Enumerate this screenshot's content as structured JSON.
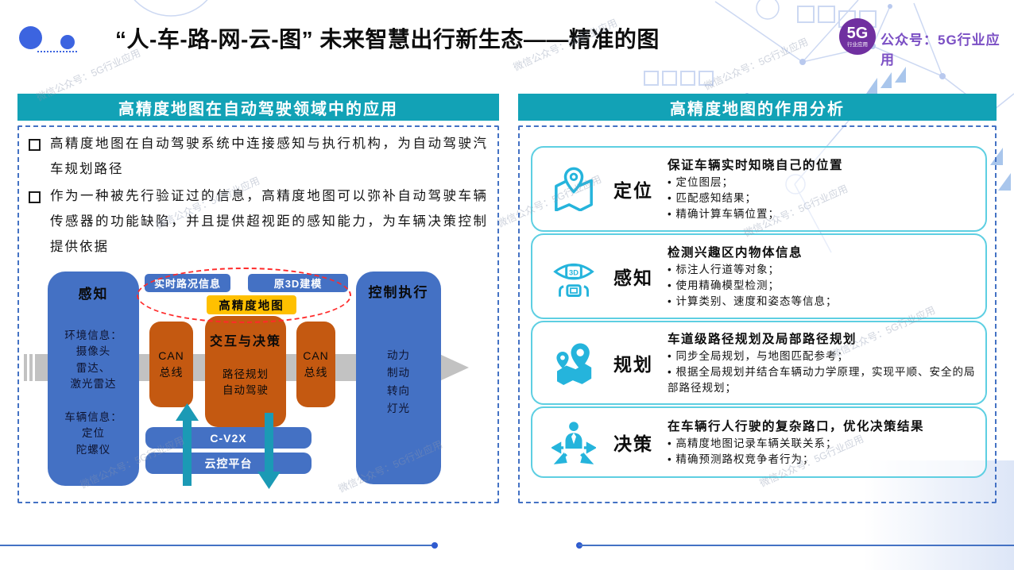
{
  "header": {
    "title": "“人-车-路-网-云-图” 未来智慧出行新生态——精准的图",
    "badge_5g": "5G",
    "badge_sub": "行业应用",
    "publisher": "公众号：5G行业应用"
  },
  "watermark_text": "微信公众号：5G行业应用",
  "left_panel": {
    "header": "高精度地图在自动驾驶领域中的应用",
    "bullets": [
      "高精度地图在自动驾驶系统中连接感知与执行机构，为自动驾驶汽车规划路径",
      "作为一种被先行验证过的信息，高精度地图可以弥补自动驾驶车辆传感器的功能缺陷，并且提供超视距的感知能力，为车辆决策控制提供依据"
    ],
    "diagram": {
      "perception_title": "感知",
      "perception_env": "环境信息：\n摄像头\n雷达、\n激光雷达",
      "perception_vehicle": "车辆信息：\n定位\n陀螺仪",
      "realtime_info": "实时路况信息",
      "model_3d": "原3D建模",
      "hd_map": "高精度地图",
      "can_bus_left": "CAN\n总线",
      "interaction_title": "交互与决策",
      "interaction_sub": "路径规划\n自动驾驶",
      "can_bus_right": "CAN\n总线",
      "control_title": "控制执行",
      "control_items": "动力\n制动\n转向\n灯光",
      "cv2x": "C-V2X",
      "cloud_platform": "云控平台"
    }
  },
  "right_panel": {
    "header": "高精度地图的作用分析",
    "cards": [
      {
        "icon": "map-pin-icon",
        "label": "定位",
        "heading": "保证车辆实时知晓自己的位置",
        "bullets": [
          "定位图层；",
          "匹配感知结果；",
          "精确计算车辆位置；"
        ]
      },
      {
        "icon": "perception-eye-icon",
        "label": "感知",
        "heading": "检测兴趣区内物体信息",
        "bullets": [
          "标注人行道等对象；",
          "使用精确模型检测；",
          "计算类别、速度和姿态等信息；"
        ]
      },
      {
        "icon": "route-planning-icon",
        "label": "规划",
        "heading": "车道级路径规划及局部路径规划",
        "bullets": [
          "同步全局规划，与地图匹配参考；",
          "根据全局规划并结合车辆动力学原理，实现平顺、安全的局部路径规划；"
        ]
      },
      {
        "icon": "decision-person-icon",
        "label": "决策",
        "heading": "在车辆行人行驶的复杂路口，优化决策结果",
        "bullets": [
          "高精度地图记录车辆关联关系；",
          "精确预测路权竞争者行为；"
        ]
      }
    ]
  },
  "icon_3d_chip": "3D",
  "colors": {
    "teal_header": "#12a2b6",
    "card_border": "#5ecfe2",
    "dashed_border": "#4472c4",
    "flow_blue": "#4471c4",
    "flow_orange": "#c45911",
    "hd_map_yellow": "#ffc000",
    "accent_dot_blue": "#3c64e0",
    "publisher_purple": "#7b4fc4",
    "badge_purple": "#7030a0",
    "arrow_gray": "#c2c2c2",
    "arrow_teal": "#1b9ab5",
    "ellipse_red": "#ff2a2a",
    "icon_cyan": "#25b4dc"
  }
}
